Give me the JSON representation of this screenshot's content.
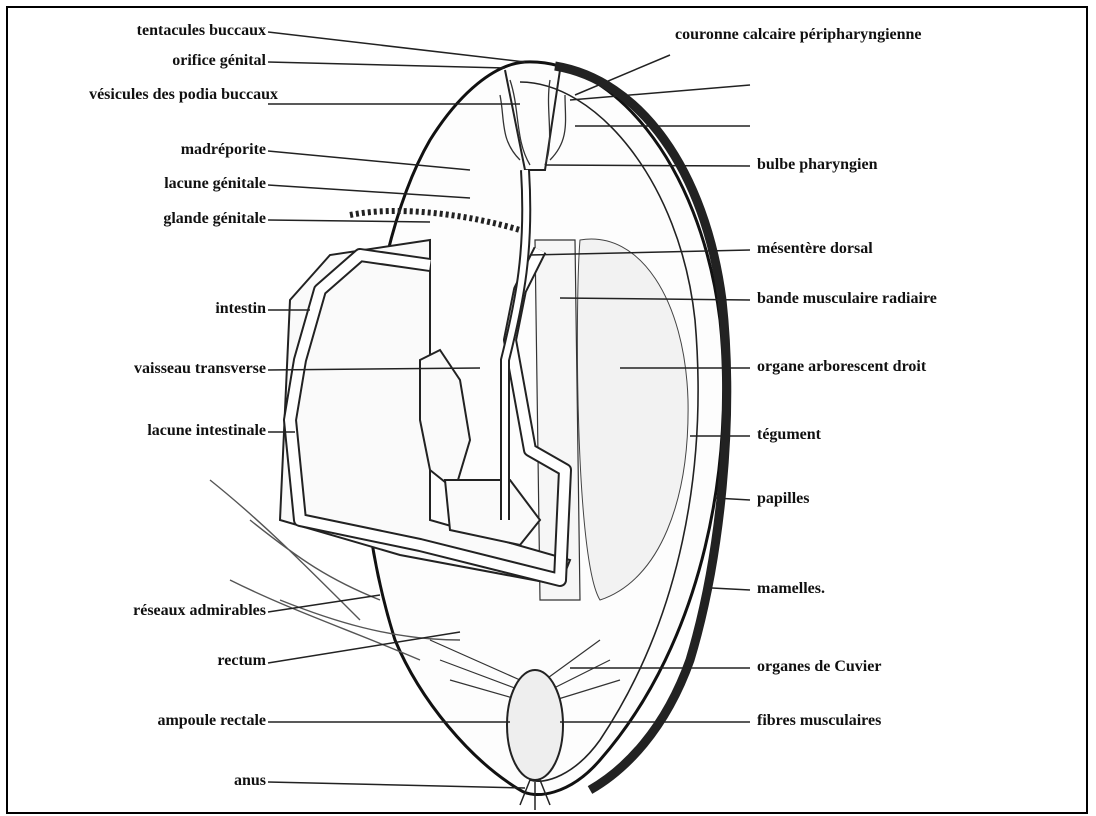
{
  "labels_left": [
    {
      "id": "tentacules-buccaux",
      "text": "tentacules buccaux"
    },
    {
      "id": "orifice-genital",
      "text": "orifice génital"
    },
    {
      "id": "vesicules-podia",
      "text": "vésicules des podia buccaux"
    },
    {
      "id": "madreporite",
      "text": "madréporite"
    },
    {
      "id": "lacune-genitale",
      "text": "lacune génitale"
    },
    {
      "id": "glande-genitale",
      "text": "glande génitale"
    },
    {
      "id": "intestin",
      "text": "intestin"
    },
    {
      "id": "vaisseau-transverse",
      "text": "vaisseau transverse"
    },
    {
      "id": "lacune-intestinale",
      "text": "lacune intestinale"
    },
    {
      "id": "reseaux-admirables",
      "text": "réseaux admirables"
    },
    {
      "id": "rectum",
      "text": "rectum"
    },
    {
      "id": "ampoule-rectale",
      "text": "ampoule rectale"
    },
    {
      "id": "anus",
      "text": "anus"
    }
  ],
  "labels_right": [
    {
      "id": "couronne-calcaire",
      "text": "couronne calcaire péripharyngienne"
    },
    {
      "id": "bulbe-pharyngien",
      "text": "bulbe pharyngien"
    },
    {
      "id": "mesentere-dorsal",
      "text": "mésentère dorsal"
    },
    {
      "id": "bande-musculaire",
      "text": "bande musculaire radiaire"
    },
    {
      "id": "organe-arborescent",
      "text": "organe arborescent droit"
    },
    {
      "id": "tegument",
      "text": "tégument"
    },
    {
      "id": "papilles",
      "text": "papilles"
    },
    {
      "id": "mamelles",
      "text": "mamelles."
    },
    {
      "id": "organes-cuvier",
      "text": "organes de Cuvier"
    },
    {
      "id": "fibres-musculaires",
      "text": "fibres musculaires"
    }
  ]
}
